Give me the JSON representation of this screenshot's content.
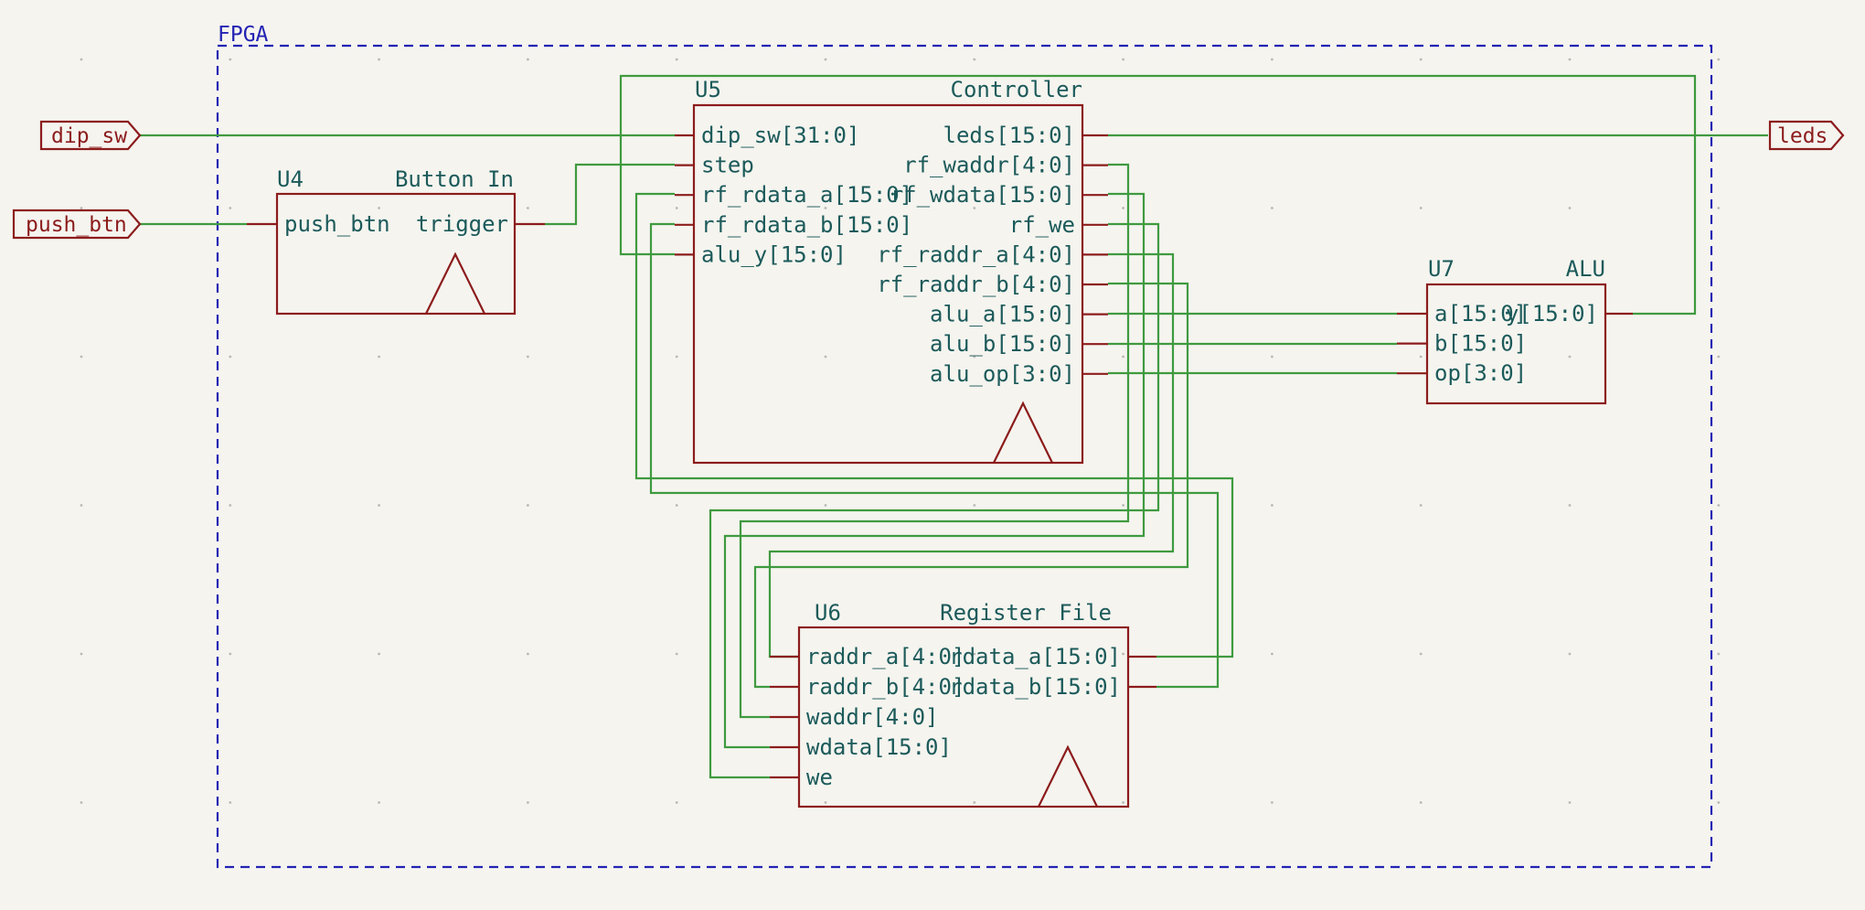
{
  "frame": {
    "label": "FPGA"
  },
  "ports": {
    "dip_sw": "dip_sw",
    "push_btn": "push_btn",
    "leds": "leds"
  },
  "u4": {
    "ref": "U4",
    "value": "Button In",
    "pins": {
      "push_btn": "push_btn",
      "trigger": "trigger"
    }
  },
  "u5": {
    "ref": "U5",
    "value": "Controller",
    "left_pins": [
      "dip_sw[31:0]",
      "step",
      "rf_rdata_a[15:0]",
      "rf_rdata_b[15:0]",
      "alu_y[15:0]"
    ],
    "right_pins": [
      "leds[15:0]",
      "rf_waddr[4:0]",
      "rf_wdata[15:0]",
      "rf_we",
      "rf_raddr_a[4:0]",
      "rf_raddr_b[4:0]",
      "alu_a[15:0]",
      "alu_b[15:0]",
      "alu_op[3:0]"
    ]
  },
  "u6": {
    "ref": "U6",
    "value": "Register File",
    "left_pins": [
      "raddr_a[4:0]",
      "raddr_b[4:0]",
      "waddr[4:0]",
      "wdata[15:0]",
      "we"
    ],
    "right_pins": [
      "rdata_a[15:0]",
      "rdata_b[15:0]"
    ]
  },
  "u7": {
    "ref": "U7",
    "value": "ALU",
    "left_pins": [
      "a[15:0]",
      "b[15:0]",
      "op[3:0]"
    ],
    "right_pins": [
      "y[15:0]"
    ]
  },
  "colors": {
    "background": "#f5f4ef",
    "wire": "#3f9a3f",
    "component": "#8c1c1c",
    "text": "#1c5a5a",
    "frame": "#2323b4"
  }
}
